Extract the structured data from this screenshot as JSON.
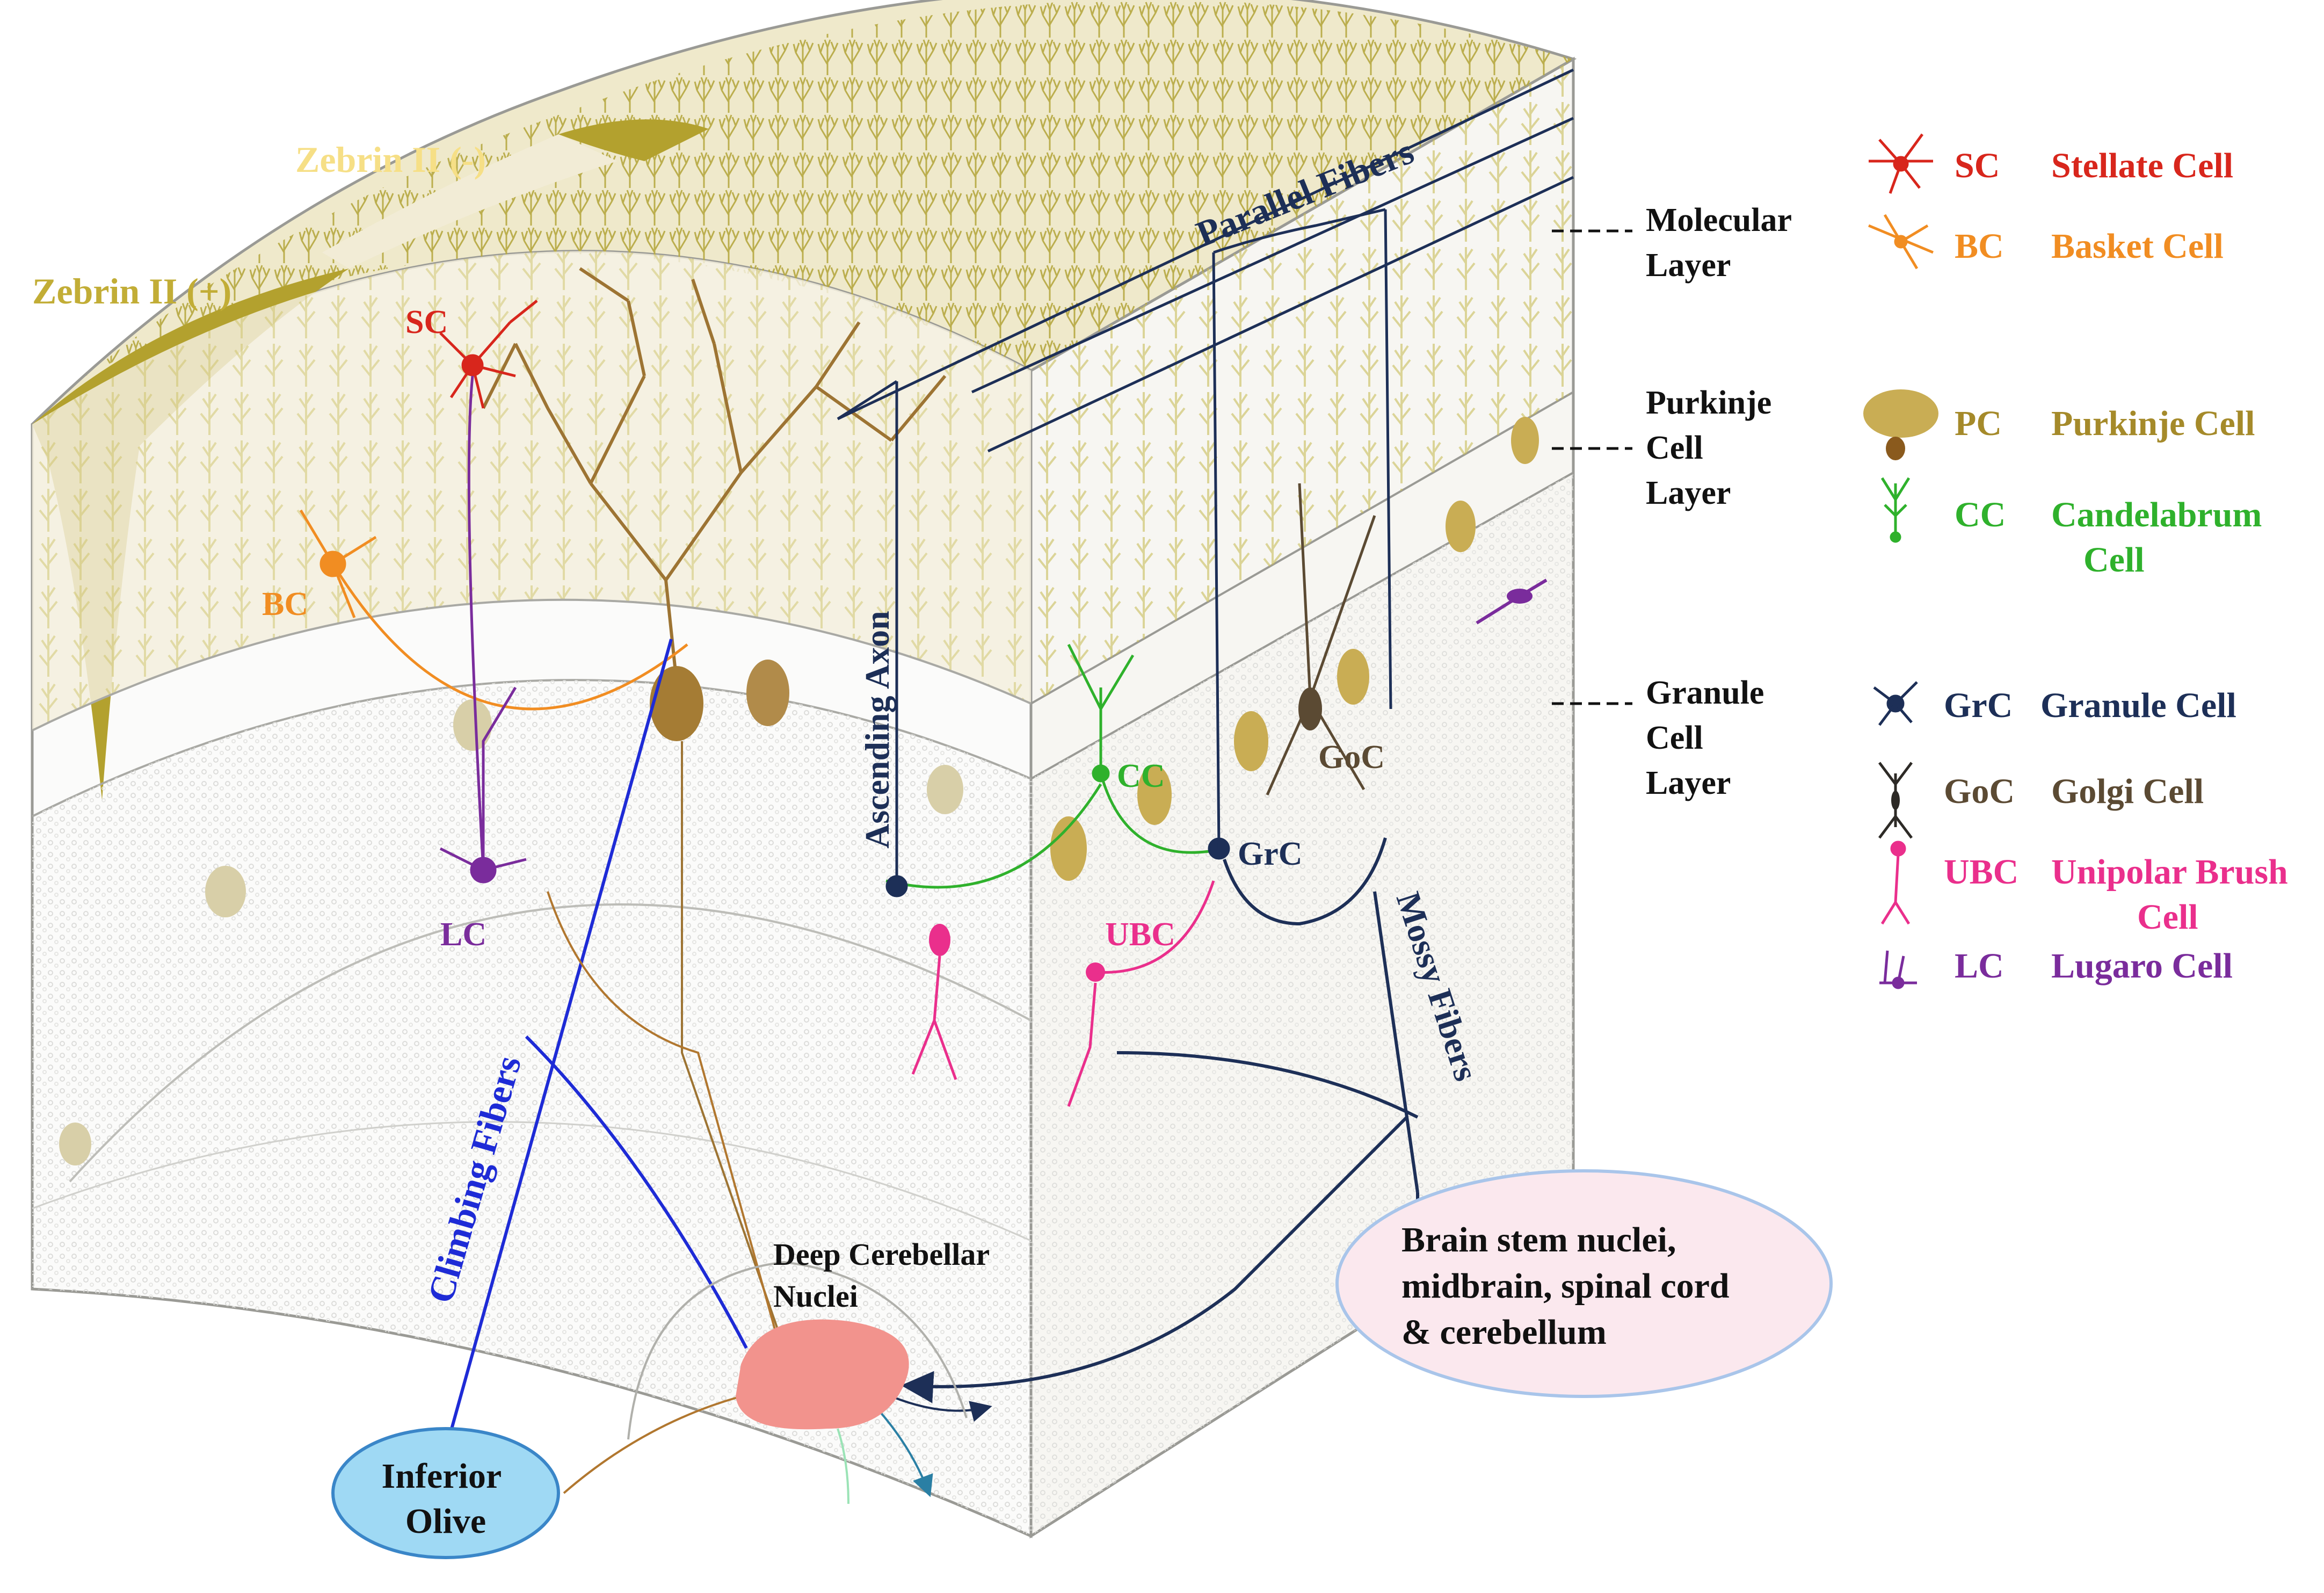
{
  "colors": {
    "zebrin_pos": "#b3a12e",
    "zebrin_neg": "#f0e9d2",
    "molecular": "#e9e3c6",
    "purkinje_layer": "#f2eee2",
    "granule": "#f4f4f2",
    "purkinje_cell": "#9d7433",
    "purkinje_faded": "#c8b872",
    "navy": "#1d2f57",
    "blue": "#1e2bd6",
    "red": "#d8261c",
    "orange": "#f18d22",
    "green": "#2fb12c",
    "pink": "#ea2f8c",
    "purple": "#7a2c9c",
    "golgi": "#5b4a33",
    "dcn": "#f2938d",
    "olive": "#9fd9f4",
    "brainstem": "#fbe8ee"
  },
  "zebrin": {
    "positive": "Zebrin II (+)",
    "negative": "Zebrin II (-)"
  },
  "layers": {
    "molecular": [
      "Molecular",
      "Layer"
    ],
    "purkinje": [
      "Purkinje",
      "Cell",
      "Layer"
    ],
    "granule": [
      "Granule",
      "Cell",
      "Layer"
    ]
  },
  "diagram_labels": {
    "sc": "SC",
    "bc": "BC",
    "lc": "LC",
    "cc": "CC",
    "grc": "GrC",
    "goc": "GoC",
    "ubc": "UBC",
    "parallel_fibers": "Parallel Fibers",
    "ascending_axon": "Ascending Axon",
    "mossy_fibers": "Mossy Fibers",
    "climbing_fibers": "Climbing Fibers",
    "dcn": [
      "Deep Cerebellar",
      "Nuclei"
    ],
    "olive": [
      "Inferior",
      "Olive"
    ],
    "brainstem": [
      "Brain stem nuclei,",
      "midbrain, spinal cord",
      "& cerebellum"
    ]
  },
  "legend": [
    {
      "abbr": "SC",
      "name": [
        "Stellate Cell"
      ],
      "color": "#d8261c",
      "icon": "stellate-cell-icon"
    },
    {
      "abbr": "BC",
      "name": [
        "Basket Cell"
      ],
      "color": "#f18d22",
      "icon": "basket-cell-icon"
    },
    {
      "abbr": "PC",
      "name": [
        "Purkinje Cell"
      ],
      "color": "#a58a2a",
      "icon": "purkinje-cell-icon"
    },
    {
      "abbr": "CC",
      "name": [
        "Candelabrum",
        "Cell"
      ],
      "color": "#2fb12c",
      "icon": "candelabrum-cell-icon"
    },
    {
      "abbr": "GrC",
      "name": [
        "Granule Cell"
      ],
      "color": "#1d2f57",
      "icon": "granule-cell-icon"
    },
    {
      "abbr": "GoC",
      "name": [
        "Golgi Cell"
      ],
      "color": "#5b4a33",
      "icon": "golgi-cell-icon"
    },
    {
      "abbr": "UBC",
      "name": [
        "Unipolar Brush",
        "Cell"
      ],
      "color": "#ea2f8c",
      "icon": "unipolar-brush-cell-icon"
    },
    {
      "abbr": "LC",
      "name": [
        "Lugaro Cell"
      ],
      "color": "#7a2c9c",
      "icon": "lugaro-cell-icon"
    }
  ]
}
